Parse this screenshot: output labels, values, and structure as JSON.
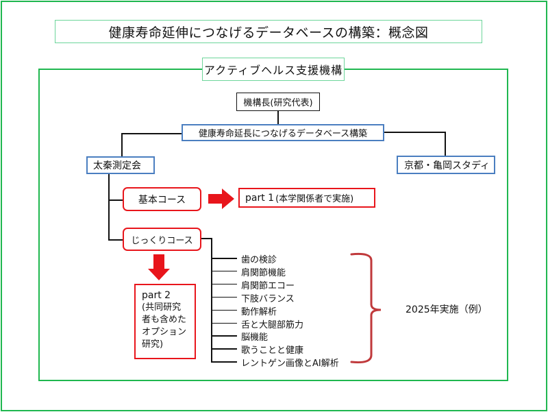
{
  "title": "健康寿命延伸につなげるデータベースの構築：概念図",
  "organization": "アクティブヘルス支援機構",
  "director": "機構長(研究代表)",
  "project": "健康寿命延長につなげるデータベース構築",
  "branches": {
    "left": "太秦測定会",
    "right": "京都・亀岡スタディ"
  },
  "courses": {
    "basic": "基本コース",
    "intensive": "じっくりコース"
  },
  "part1": {
    "label": "part 1",
    "note": "(本学関係者で実施)"
  },
  "part2": {
    "label": "part 2",
    "lines": [
      "(共同研究",
      "者も含めた",
      "オプション",
      "研究)"
    ]
  },
  "items": [
    "歯の検診",
    "肩関節機能",
    "肩関節エコー",
    "下肢バランス",
    "動作解析",
    "舌と大腿部筋力",
    "脳機能",
    "歌うことと健康",
    "レントゲン画像とAI解析"
  ],
  "bracket_label": "2025年実施（例）",
  "colors": {
    "frame_green": "#1fb74f",
    "title_border_green": "#6cd59a",
    "branch_blue": "#4a7ec0",
    "course_red": "#e8151b",
    "bracket_red": "#c0393b"
  }
}
